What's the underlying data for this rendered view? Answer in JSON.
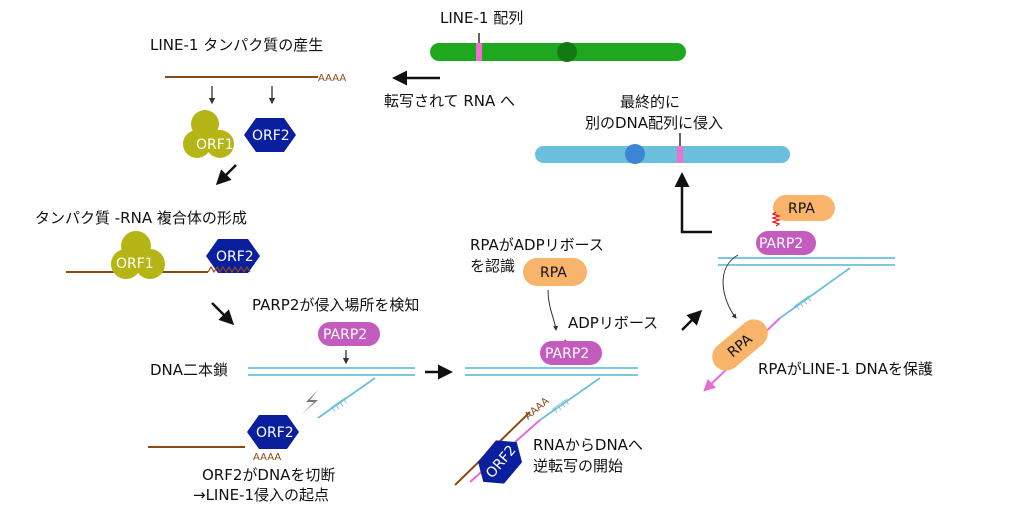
{
  "labels": {
    "line1_seq": "LINE-1 配列",
    "protein_production": "LINE-1 タンパク質の産生",
    "transcribed": "転写されて RNA へ",
    "final_insert_1": "最終的に",
    "final_insert_2": "別のDNA配列に侵入",
    "complex_formation": "タンパク質 -RNA 複合体の形成",
    "parp2_detect": "PARP2が侵入場所を検知",
    "dna_double_strand": "DNA二本鎖",
    "orf2_cut_1": "ORF2がDNAを切断",
    "orf2_cut_2": "→LINE-1侵入の起点",
    "rpa_recognize_1": "RPAがADPリボース",
    "rpa_recognize_2": "を認識",
    "adp_ribose": "ADPリボース",
    "rt_start_1": "RNAからDNAへ",
    "rt_start_2": "逆転写の開始",
    "rpa_protect": "RPAがLINE-1 DNAを保護"
  },
  "shapes": {
    "orf1": "ORF1",
    "orf2": "ORF2",
    "parp2": "PARP2",
    "rpa": "RPA",
    "polyA": "AAAA",
    "ttt": "TTTT"
  },
  "colors": {
    "chromosome_green": "#1fa81f",
    "chromosome_blue": "#6cbfdc",
    "centromere_blue": "#3d86d6",
    "line1_mark": "#f06ecf",
    "orf1": "#b5b515",
    "orf2": "#0a1f9e",
    "parp2": "#c45bbf",
    "rpa": "#f7b46a",
    "rna": "#8a4b16",
    "dna": "#6cbfdc",
    "new_dna": "#e86ad6",
    "lightning": "#777777",
    "adp_ribose": "#e02020"
  }
}
